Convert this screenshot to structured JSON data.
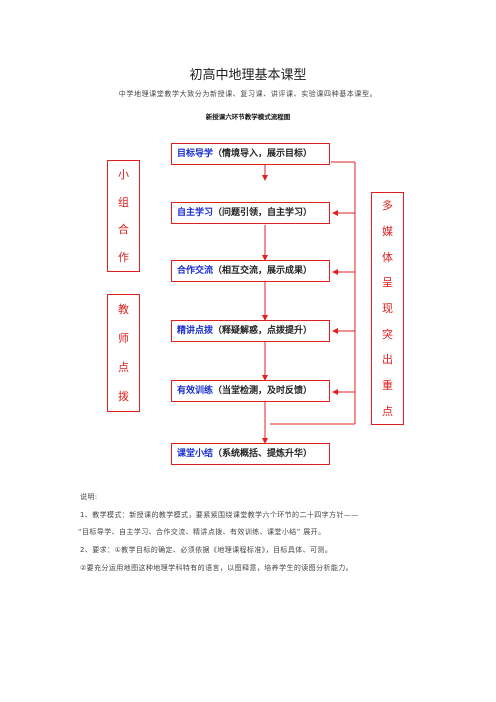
{
  "doc": {
    "title": "初高中地理基本课型",
    "intro": "中学地理课堂教学大致分为新授课、复习课、讲评课、实验课四种基本课型。",
    "subtitle": "新授课六环节教学模式流程图"
  },
  "flow": {
    "steps": [
      {
        "head": "目标导学",
        "detail": "（情境导入，展示目标）"
      },
      {
        "head": "自主学习",
        "detail": "（问题引领，自主学习）"
      },
      {
        "head": "合作交流",
        "detail": "（相互交流，展示成果）"
      },
      {
        "head": "精讲点拨",
        "detail": "（释疑解惑，点拨提升）"
      },
      {
        "head": "有效训练",
        "detail": "（当堂检测，及时反馈）"
      },
      {
        "head": "课堂小结",
        "detail": "（系统概括、提炼升华）"
      }
    ],
    "left_top": [
      "小",
      "组",
      "合",
      "作"
    ],
    "left_bottom": [
      "教",
      "师",
      "点",
      "拨"
    ],
    "right": [
      "多",
      "媒",
      "体",
      "呈",
      "现",
      "突",
      "出",
      "重",
      "点"
    ],
    "accent_color": "#e02020",
    "heading_color": "#1a2fd0"
  },
  "notes": {
    "label": "说明:",
    "line1": "1、教学模式：新授课的教学模式，要紧紧围绕课堂教学六个环节的二十四字方针——",
    "line2": "“目标导学、自主学习、合作交流、精讲点拨、有效训练、课堂小结” 展开。",
    "line3": "2、要求：①教学目标的确定、必须依据《地理课程标准》，目标具体、可测。",
    "line4": "②要充分运用地图这种地理学科特有的语言，以图释意，培养学生的读图分析能力。"
  }
}
